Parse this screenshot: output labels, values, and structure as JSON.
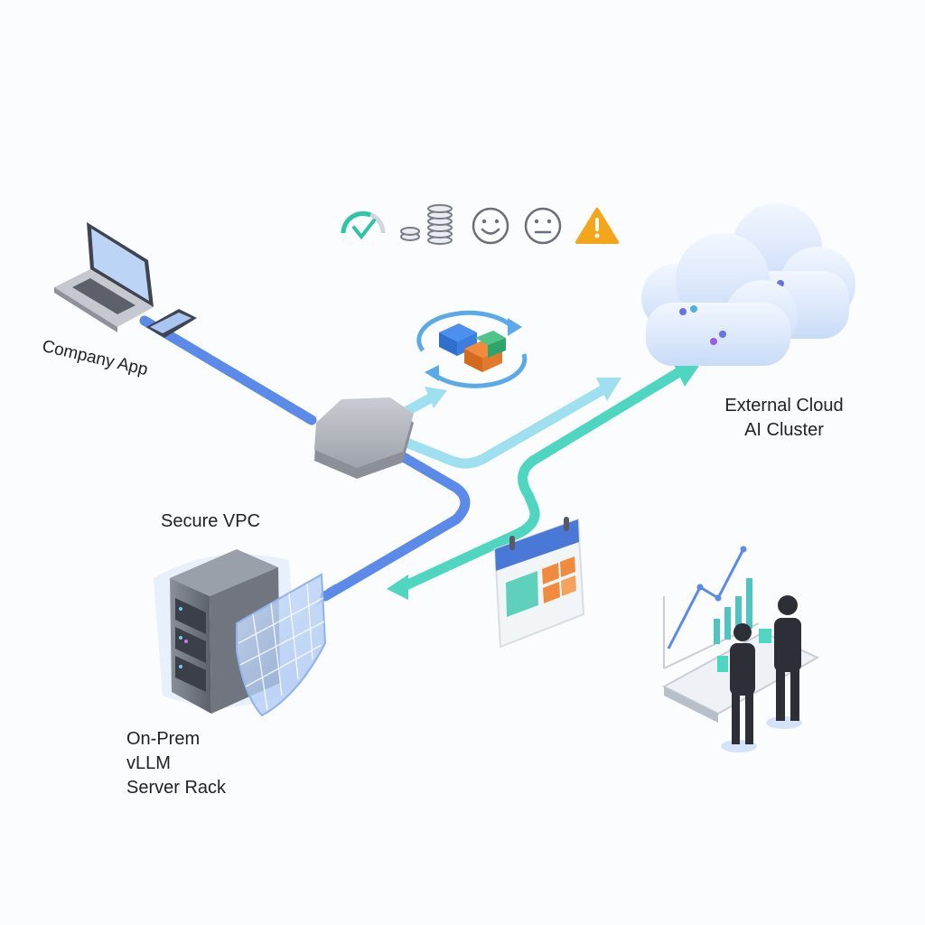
{
  "labels": {
    "company_app": "Company App",
    "external_cloud": "External Cloud\nAI Cluster",
    "secure_vpc": "Secure VPC",
    "on_prem": "On-Prem\n  vLLM\n     Server Rack"
  },
  "status_icons": [
    "check-gauge-icon",
    "coin-stack-icon",
    "smiley-happy-icon",
    "smiley-neutral-icon",
    "warning-triangle-icon"
  ],
  "colors": {
    "blue_flow": "#5b8ae8",
    "light_cyan_flow": "#9fe0f0",
    "teal_flow": "#4fd6c0",
    "cloud": "#dbe8fb",
    "warning": "#f3a51c"
  }
}
